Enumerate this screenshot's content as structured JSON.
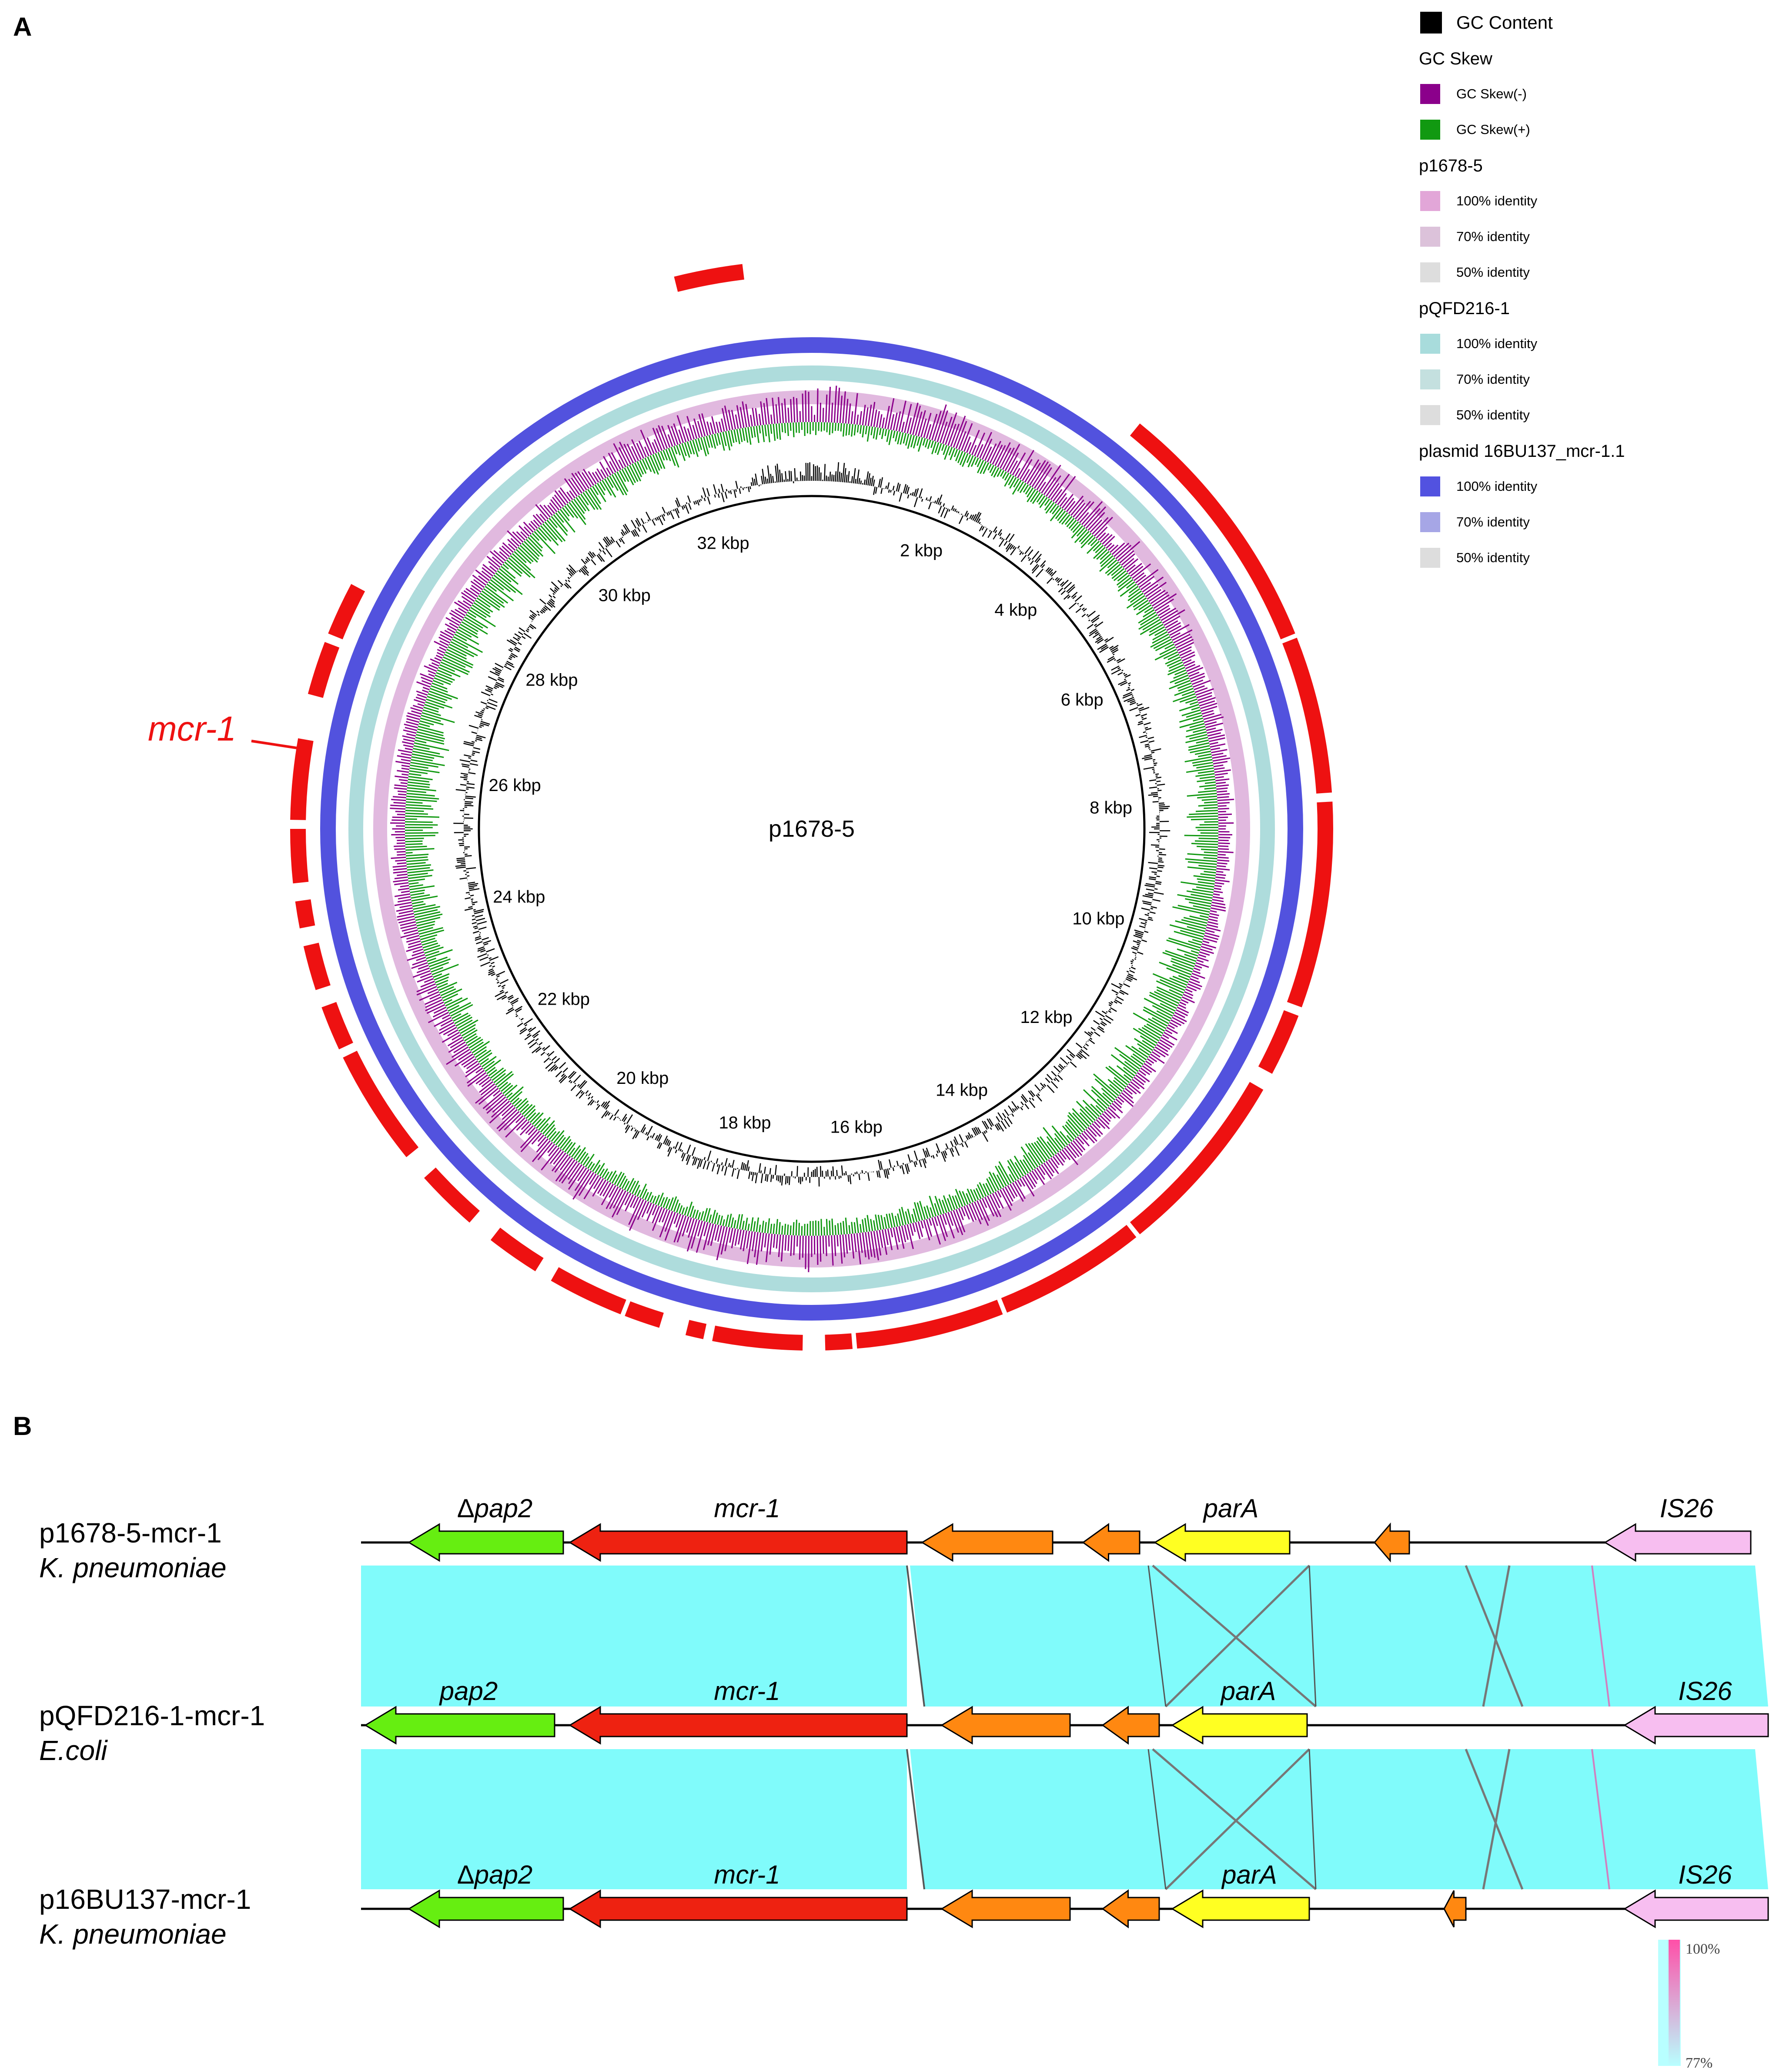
{
  "panel_a": {
    "panel_label": "A",
    "center_label": "p1678-5",
    "annotation_label": "mcr-1",
    "kbp_ticks": [
      "2 kbp",
      "4 kbp",
      "6 kbp",
      "8 kbp",
      "10 kbp",
      "12 kbp",
      "14 kbp",
      "16 kbp",
      "18 kbp",
      "20 kbp",
      "22 kbp",
      "24 kbp",
      "26 kbp",
      "28 kbp",
      "30 kbp",
      "32 kbp"
    ],
    "legend": [
      {
        "kind": "item",
        "label": "GC Content",
        "color": "#000000",
        "big": true
      },
      {
        "kind": "header",
        "label": "GC Skew"
      },
      {
        "kind": "item",
        "label": "GC Skew(-)",
        "color": "#8b008b"
      },
      {
        "kind": "item",
        "label": "GC Skew(+)",
        "color": "#119911"
      },
      {
        "kind": "header",
        "label": "p1678-5"
      },
      {
        "kind": "item",
        "label": "100% identity",
        "color": "#e2a6d8"
      },
      {
        "kind": "item",
        "label": "70% identity",
        "color": "#dcc2da"
      },
      {
        "kind": "item",
        "label": "50% identity",
        "color": "#dddddd"
      },
      {
        "kind": "header",
        "label": "pQFD216-1"
      },
      {
        "kind": "item",
        "label": "100% identity",
        "color": "#a8dcdc"
      },
      {
        "kind": "item",
        "label": "70% identity",
        "color": "#c4e0df"
      },
      {
        "kind": "item",
        "label": "50% identity",
        "color": "#dddddd"
      },
      {
        "kind": "header",
        "label": "plasmid 16BU137_mcr-1.1"
      },
      {
        "kind": "item",
        "label": "100% identity",
        "color": "#5252e0"
      },
      {
        "kind": "item",
        "label": "70% identity",
        "color": "#a6a6e6"
      },
      {
        "kind": "item",
        "label": "50% identity",
        "color": "#dddddd"
      }
    ],
    "colors": {
      "ring_blue": "#5252de",
      "ring_teal": "#aedcdc",
      "ring_pink": "#e1b9df",
      "gene_red": "#ee1111",
      "skew_neg": "#8b008b",
      "skew_pos": "#119911"
    }
  },
  "panel_b": {
    "panel_label": "B",
    "tracks": [
      {
        "name": "p1678-5-mcr-1",
        "species": "K. pneumoniae",
        "genes": [
          {
            "label_delta": "Δ",
            "label": "pap2",
            "color": "#66ee11"
          },
          {
            "label": "mcr-1",
            "color": "#ee2211"
          },
          {
            "label": "",
            "color": "#ff8811"
          },
          {
            "label": "",
            "color": "#ff8811"
          },
          {
            "label": "parA",
            "color": "#ffff22"
          },
          {
            "label": "",
            "color": "#ff8811"
          },
          {
            "label": "IS26",
            "color": "#f7bef0"
          }
        ]
      },
      {
        "name": "pQFD216-1-mcr-1",
        "species": "E.coli",
        "genes": [
          {
            "label": "pap2",
            "color": "#66ee11"
          },
          {
            "label": "mcr-1",
            "color": "#ee2211"
          },
          {
            "label": "",
            "color": "#ff8811"
          },
          {
            "label": "",
            "color": "#ff8811"
          },
          {
            "label": "parA",
            "color": "#ffff22"
          },
          {
            "label": "IS26",
            "color": "#f7bef0"
          }
        ]
      },
      {
        "name": "p16BU137-mcr-1",
        "species": "K. pneumoniae",
        "genes": [
          {
            "label_delta": "Δ",
            "label": "pap2",
            "color": "#66ee11"
          },
          {
            "label": "mcr-1",
            "color": "#ee2211"
          },
          {
            "label": "",
            "color": "#ff8811"
          },
          {
            "label": "",
            "color": "#ff8811"
          },
          {
            "label": "parA",
            "color": "#ffff22"
          },
          {
            "label": "",
            "color": "#ff8811"
          },
          {
            "label": "IS26",
            "color": "#f7bef0"
          }
        ]
      }
    ],
    "identity_scale": {
      "max": "100%",
      "min": "77%"
    },
    "colors": {
      "block": "#80fbfb",
      "scale_top": "#ff4fa8",
      "scale_bottom": "#b8ffff"
    }
  }
}
